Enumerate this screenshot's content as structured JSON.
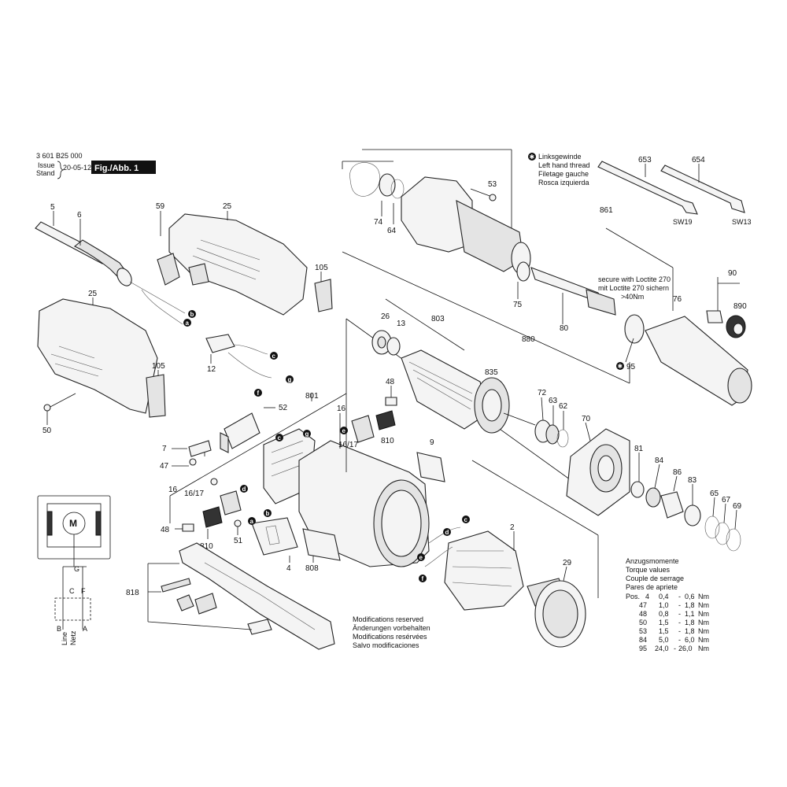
{
  "header": {
    "doc_number": "3 601 B25 000",
    "issue_label_1": "Issue",
    "issue_label_2": "Stand",
    "issue_date": "20-05-12",
    "figure_label": "Fig./Abb. 1"
  },
  "notes": {
    "left_hand_thread": [
      "Linksgewinde",
      "Left hand thread",
      "Filetage gauche",
      "Rosca izquierda"
    ],
    "loctite": [
      "secure with Loctite 270",
      "mit Loctite 270 sichern",
      ">40Nm"
    ],
    "modifications": [
      "Modifications reserved",
      "Änderungen vorbehalten",
      "Modifications resérvées",
      "Salvo modificaciones"
    ],
    "torque_title": [
      "Anzugsmomente",
      "Torque values",
      "Couple de serrage",
      "Pares de apriete"
    ],
    "torque_rows": [
      {
        "pos": "Pos.",
        "part": "4",
        "min": "0,4",
        "max": "0,6",
        "unit": "Nm"
      },
      {
        "pos": "",
        "part": "47",
        "min": "1,0",
        "max": "1,8",
        "unit": "Nm"
      },
      {
        "pos": "",
        "part": "48",
        "min": "0,8",
        "max": "1,1",
        "unit": "Nm"
      },
      {
        "pos": "",
        "part": "50",
        "min": "1,5",
        "max": "1,8",
        "unit": "Nm"
      },
      {
        "pos": "",
        "part": "53",
        "min": "1,5",
        "max": "1,8",
        "unit": "Nm"
      },
      {
        "pos": "",
        "part": "84",
        "min": "5,0",
        "max": "6,0",
        "unit": "Nm"
      },
      {
        "pos": "",
        "part": "95",
        "min": "24,0",
        "max": "26,0",
        "unit": "Nm"
      }
    ],
    "wrench_sizes": [
      "SW19",
      "SW13"
    ]
  },
  "part_numbers": [
    "5",
    "6",
    "59",
    "25",
    "105",
    "25",
    "105",
    "50",
    "12",
    "801",
    "52",
    "48",
    "16",
    "16/17",
    "810",
    "9",
    "803",
    "26",
    "13",
    "835",
    "72",
    "63",
    "62",
    "70",
    "81",
    "84",
    "86",
    "83",
    "65",
    "67",
    "69",
    "7",
    "47",
    "16",
    "16/17",
    "48",
    "810",
    "51",
    "4",
    "808",
    "818",
    "2",
    "29",
    "74",
    "64",
    "53",
    "75",
    "80",
    "880",
    "861",
    "653",
    "654",
    "90",
    "890",
    "76",
    "95"
  ],
  "connector_letters": [
    "a",
    "b",
    "c",
    "d",
    "e",
    "f",
    "g"
  ],
  "circuit": {
    "motor": "M",
    "labels": [
      "G",
      "C",
      "F",
      "B",
      "A"
    ],
    "line_label": [
      "Line",
      "Netz"
    ]
  }
}
